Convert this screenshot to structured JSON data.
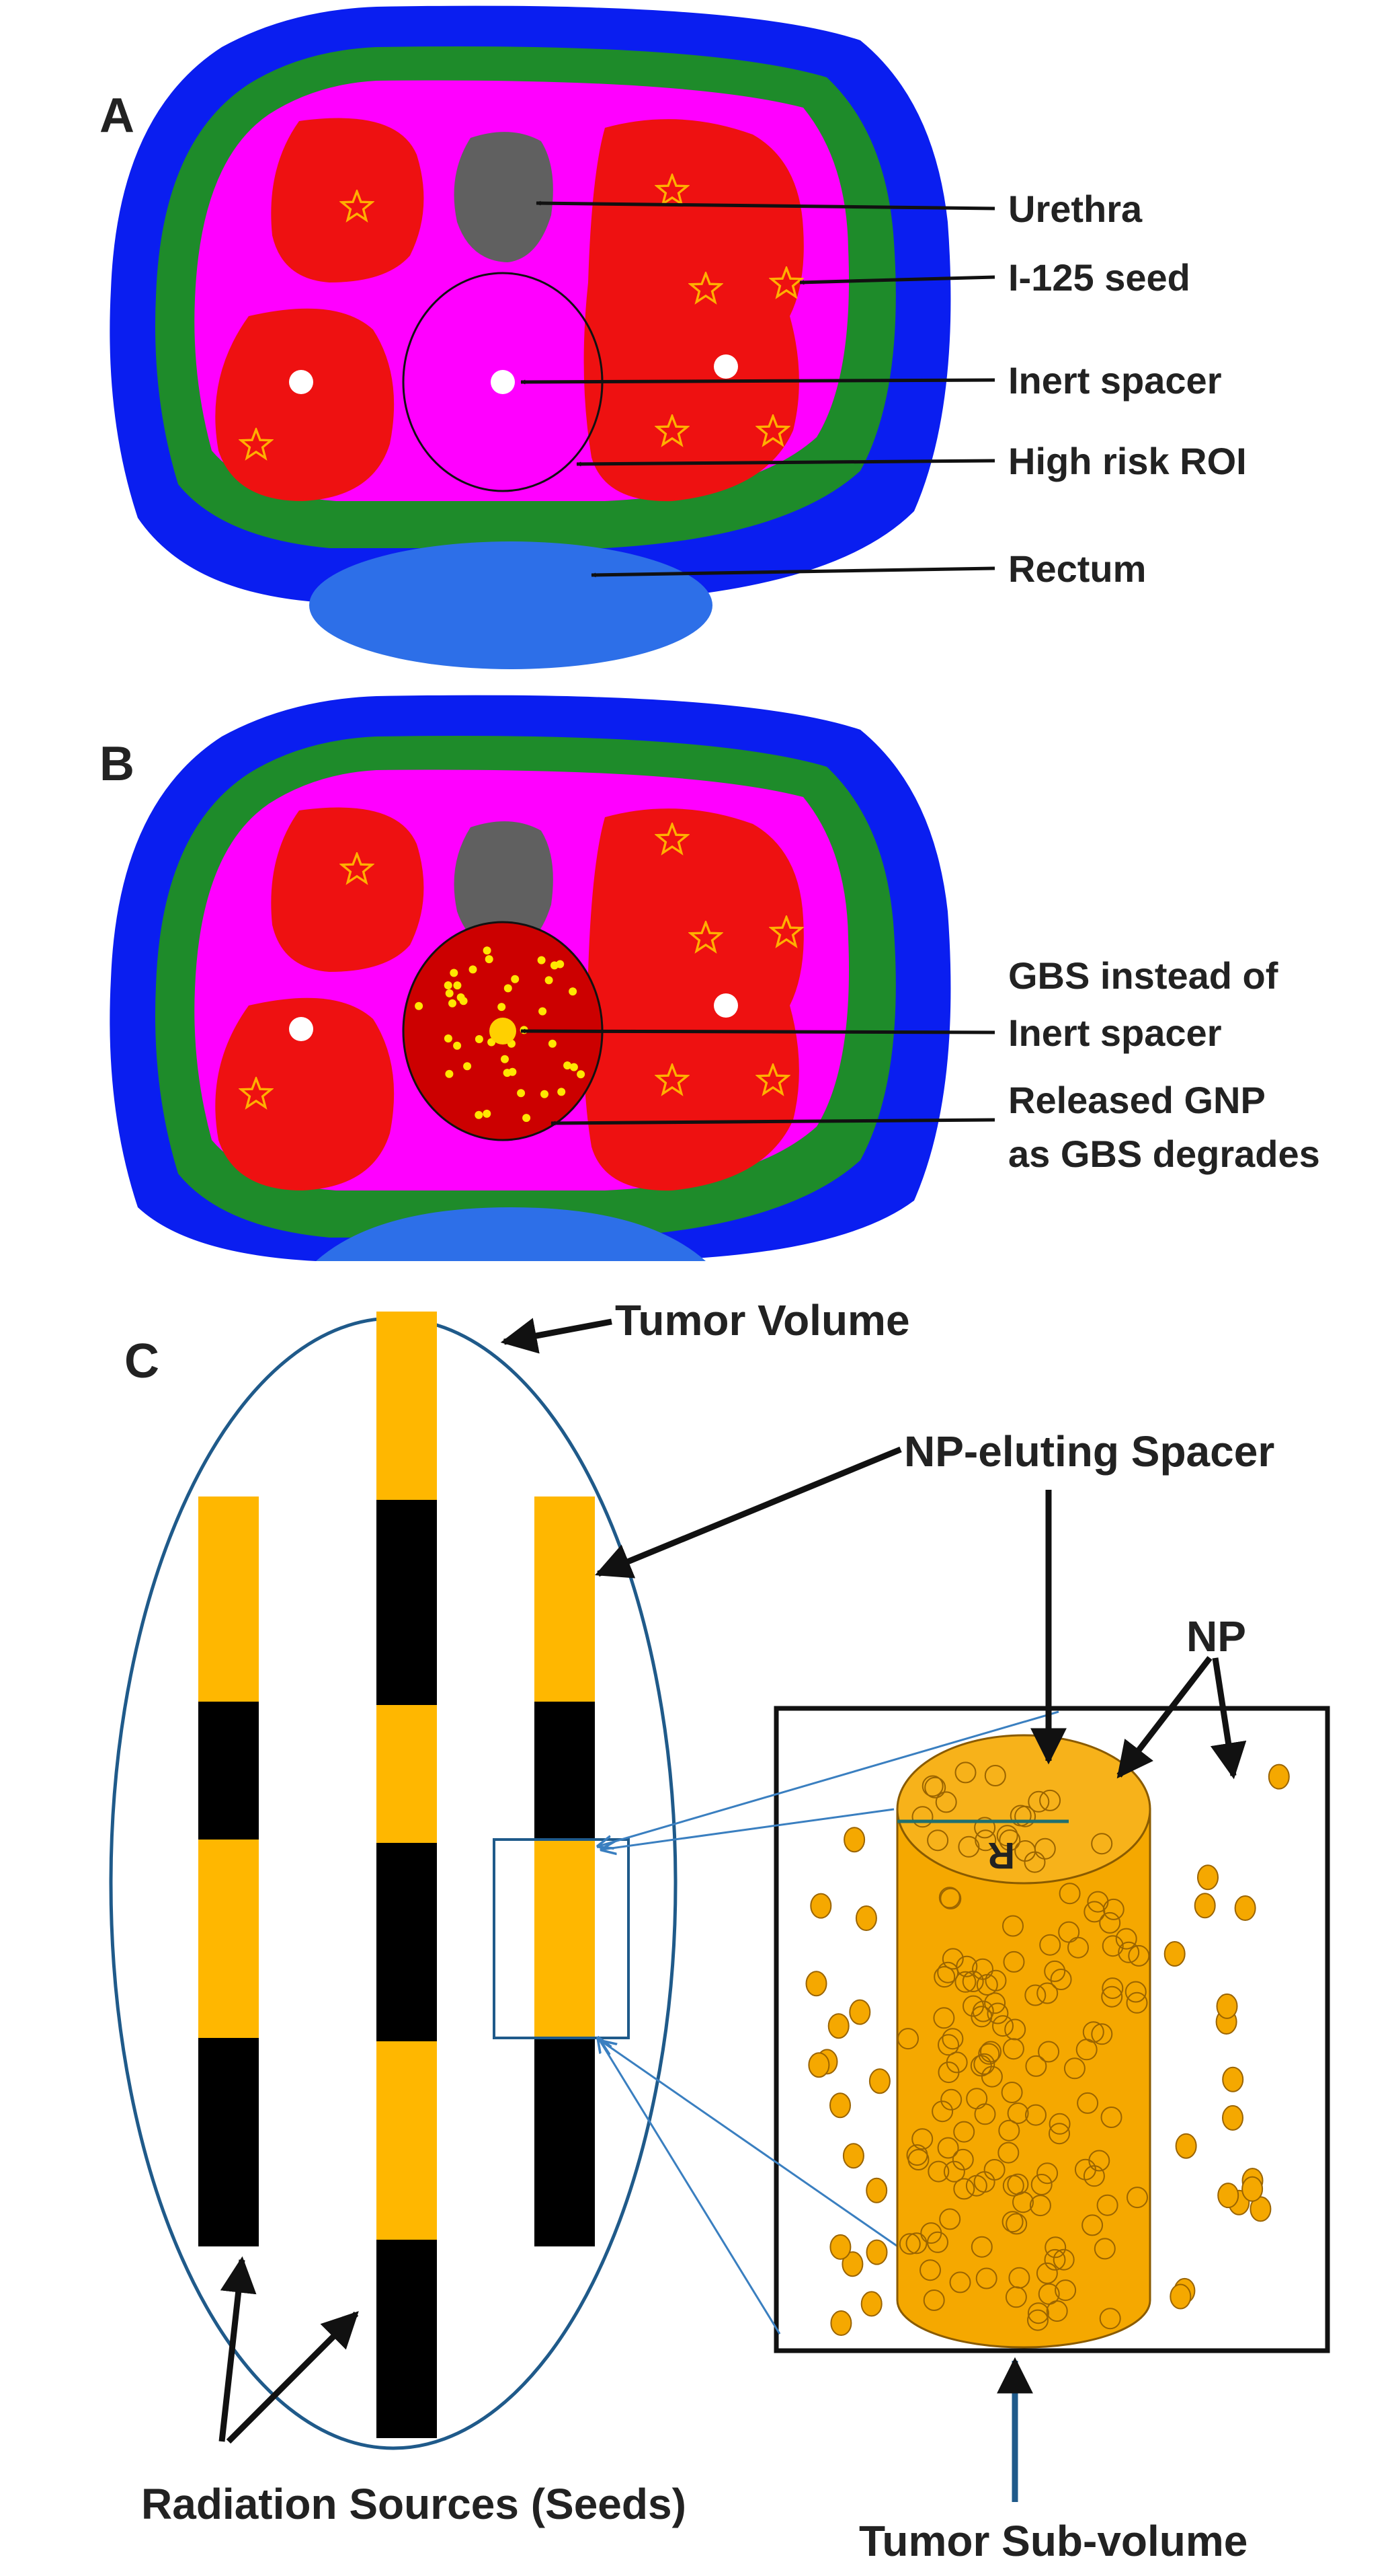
{
  "panel_a": {
    "letter": "A",
    "labels": [
      "Urethra",
      "I-125 seed",
      "Inert spacer",
      "High risk ROI",
      "Rectum"
    ]
  },
  "panel_b": {
    "letter": "B",
    "labels": [
      {
        "line1": "GBS instead of",
        "line2": "Inert spacer"
      },
      {
        "line1": "Released GNP",
        "line2": "as GBS degrades"
      }
    ]
  },
  "panel_c": {
    "letter": "C",
    "tumor_volume": "Tumor Volume",
    "spacer": "NP-eluting Spacer",
    "np": "NP",
    "radius": "R",
    "seeds": "Radiation Sources (Seeds)",
    "subvolume": "Tumor  Sub-volume"
  },
  "colors": {
    "outer_blue": "#0a1ef0",
    "green": "#1e8b2a",
    "magenta": "#ff00ff",
    "red": "#ee1111",
    "urethra_gray": "#606060",
    "rectum_blue": "#2d6fe8",
    "seed_gold": "#ffb700",
    "np_gold": "#f5a800",
    "spacer_blue": "#1f5a8a"
  }
}
